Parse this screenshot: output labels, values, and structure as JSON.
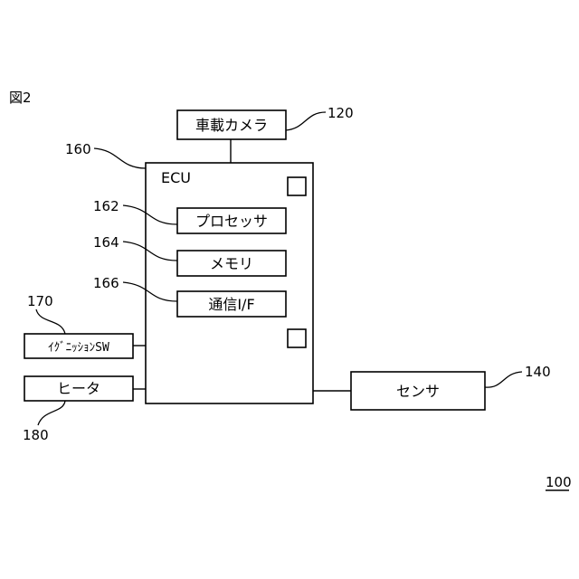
{
  "figure_label": "図2",
  "system_ref": "100",
  "blocks": {
    "camera": {
      "label": "車載カメラ",
      "ref": "120"
    },
    "ecu": {
      "label": "ECU",
      "ref": "160"
    },
    "processor": {
      "label": "プロセッサ",
      "ref": "162"
    },
    "memory": {
      "label": "メモリ",
      "ref": "164"
    },
    "comm": {
      "label": "通信I/F",
      "ref": "166"
    },
    "ignition": {
      "label": "ｲｸﾞﾆｯｼｮﾝSW",
      "ref": "170"
    },
    "heater": {
      "label": "ヒータ",
      "ref": "180"
    },
    "sensor": {
      "label": "センサ",
      "ref": "140"
    }
  }
}
